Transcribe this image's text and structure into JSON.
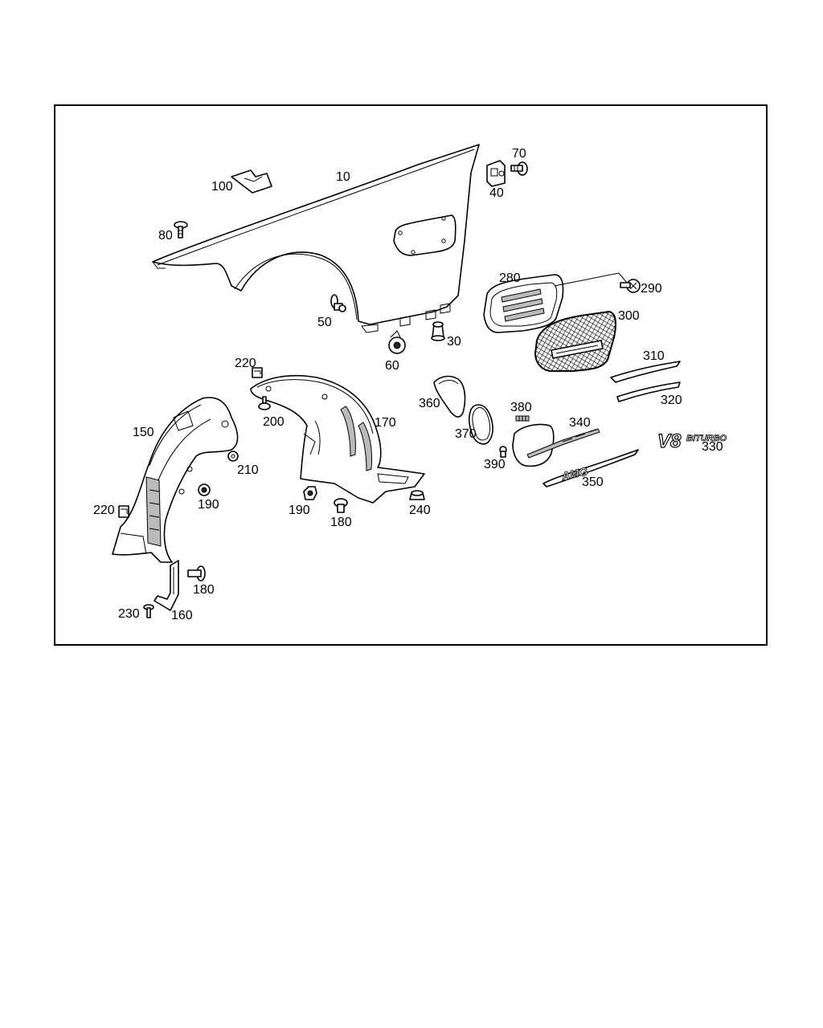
{
  "parts": [
    {
      "id": "p10",
      "label": "10"
    },
    {
      "id": "p30",
      "label": "30"
    },
    {
      "id": "p40",
      "label": "40"
    },
    {
      "id": "p50",
      "label": "50"
    },
    {
      "id": "p60",
      "label": "60"
    },
    {
      "id": "p70",
      "label": "70"
    },
    {
      "id": "p80",
      "label": "80"
    },
    {
      "id": "p100",
      "label": "100"
    },
    {
      "id": "p150",
      "label": "150"
    },
    {
      "id": "p160",
      "label": "160"
    },
    {
      "id": "p170",
      "label": "170"
    },
    {
      "id": "p180a",
      "label": "180"
    },
    {
      "id": "p180b",
      "label": "180"
    },
    {
      "id": "p190a",
      "label": "190"
    },
    {
      "id": "p190b",
      "label": "190"
    },
    {
      "id": "p200",
      "label": "200"
    },
    {
      "id": "p210",
      "label": "210"
    },
    {
      "id": "p220a",
      "label": "220"
    },
    {
      "id": "p220b",
      "label": "220"
    },
    {
      "id": "p230",
      "label": "230"
    },
    {
      "id": "p240",
      "label": "240"
    },
    {
      "id": "p280",
      "label": "280"
    },
    {
      "id": "p290",
      "label": "290"
    },
    {
      "id": "p300",
      "label": "300"
    },
    {
      "id": "p310",
      "label": "310"
    },
    {
      "id": "p320",
      "label": "320"
    },
    {
      "id": "p330",
      "label": "330"
    },
    {
      "id": "p340",
      "label": "340"
    },
    {
      "id": "p350",
      "label": "350"
    },
    {
      "id": "p360",
      "label": "360"
    },
    {
      "id": "p370",
      "label": "370"
    },
    {
      "id": "p380",
      "label": "380"
    },
    {
      "id": "p390",
      "label": "390"
    }
  ],
  "badges": {
    "v8_main": "V8",
    "v8_sub": "BITURBO",
    "model_script": "AMG"
  }
}
